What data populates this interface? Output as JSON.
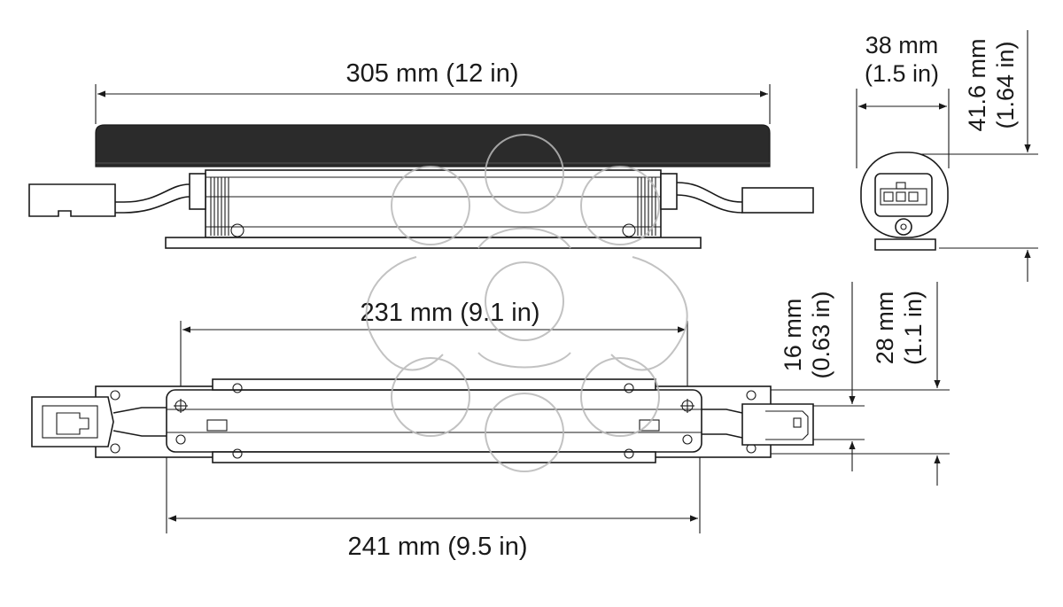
{
  "dimensions": {
    "top_length": "305 mm (12 in)",
    "side_width_mm": "38 mm",
    "side_width_in": "(1.5 in)",
    "side_height_mm": "41.6 mm",
    "side_height_in": "(1.64 in)",
    "mount_spacing": "231 mm (9.1 in)",
    "plate_length": "241 mm (9.5 in)",
    "body_width_mm": "16 mm",
    "body_width_in": "(0.63 in)",
    "plate_width_mm": "28 mm",
    "plate_width_in": "(1.1 in)"
  },
  "colors": {
    "ink": "#1a1a1a",
    "housing": "#2b2b2b",
    "watermark": "#b8b8b8"
  }
}
